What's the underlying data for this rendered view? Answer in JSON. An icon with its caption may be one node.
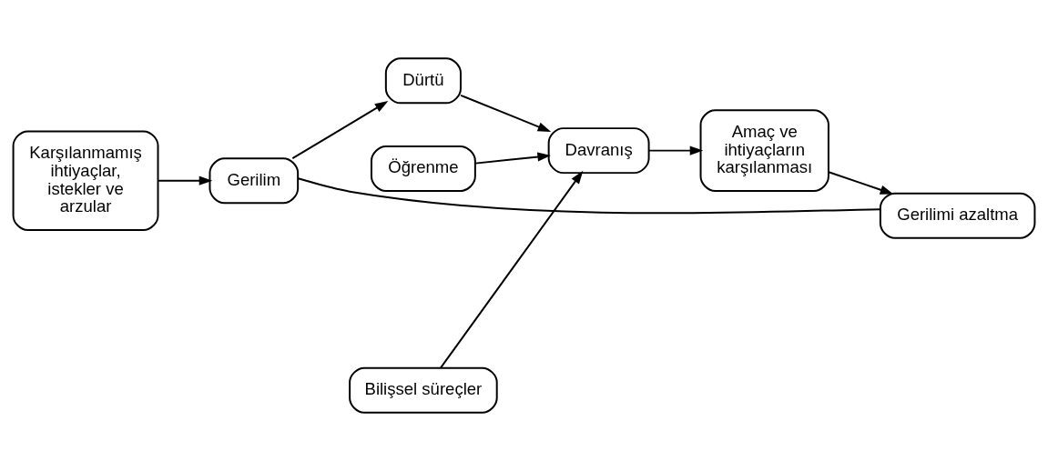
{
  "diagram": {
    "nodes": [
      {
        "text": [
          "Karşılanmamış ihtiyaçlar, istekler ve arzular"
        ]
      },
      {
        "text": [
          "Gerilim"
        ]
      },
      {
        "text": [
          "Dürtü"
        ]
      },
      {
        "text": [
          "Öğrenme"
        ]
      },
      {
        "text": [
          "Davranış"
        ]
      },
      {
        "text": [
          "Amaç ve ihtiyaçların karşılanması"
        ]
      },
      {
        "text": [
          "Bilişsel süreçler"
        ]
      },
      {
        "text": [
          "Gerilimi azaltma"
        ]
      }
    ],
    "edges": [
      {
        "from": 0,
        "to": 1,
        "arrow": "to"
      },
      {
        "from": 1,
        "to": 2,
        "arrow": "to"
      },
      {
        "from": 2,
        "to": 4,
        "arrow": "to"
      },
      {
        "from": 3,
        "to": 4,
        "arrow": "to"
      },
      {
        "from": 6,
        "to": 4,
        "arrow": "to"
      },
      {
        "from": 4,
        "to": 5,
        "arrow": "to"
      },
      {
        "from": 5,
        "to": 7,
        "arrow": "to"
      },
      {
        "from": 7,
        "to": 1,
        "arrow": "none"
      }
    ]
  }
}
